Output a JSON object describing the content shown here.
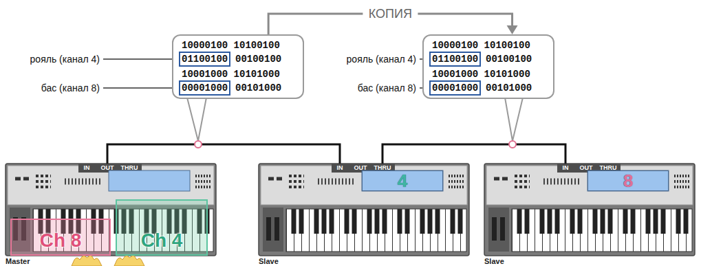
{
  "diagram": {
    "nodes": [
      {
        "text": [
          "10000100 10100100",
          "00100100",
          "10001000 10101000",
          "00101000"
        ]
      },
      {
        "text": [
          "01100100"
        ],
        "in": 0
      },
      {
        "text": [
          "00001000"
        ],
        "in": 0
      },
      {
        "text": [
          "10000100 10100100",
          "00100100",
          "10001000 10101000",
          "00101000"
        ]
      },
      {
        "text": [
          "01100100"
        ],
        "in": 3
      },
      {
        "text": [
          "00001000"
        ],
        "in": 3
      },
      {
        "text": [
          "IN",
          "OUT",
          "THRU",
          "Master"
        ]
      },
      {
        "text": [
          "Ch 8"
        ],
        "in": 6
      },
      {
        "text": [
          "Ch 4"
        ],
        "in": 6
      },
      {
        "text": [
          "IN",
          "OUT",
          "THRU",
          "Slave"
        ]
      },
      {
        "text": [
          "4"
        ],
        "in": 9
      },
      {
        "text": [
          "IN",
          "OUT",
          "THRU",
          "Slave"
        ]
      },
      {
        "text": [
          "8"
        ],
        "in": 11
      }
    ],
    "edges": [
      {
        "from": 0,
        "to": 3,
        "label": "КОПИЯ",
        "arrow": "to"
      },
      {
        "from": 6,
        "to": 9,
        "arrow": "none"
      },
      {
        "from": 9,
        "to": 11,
        "arrow": "none"
      }
    ],
    "labels": [
      "рояль (канал 4)",
      "бас (канал 8)",
      "рояль (канал 4)",
      "бас (канал 8)"
    ]
  }
}
